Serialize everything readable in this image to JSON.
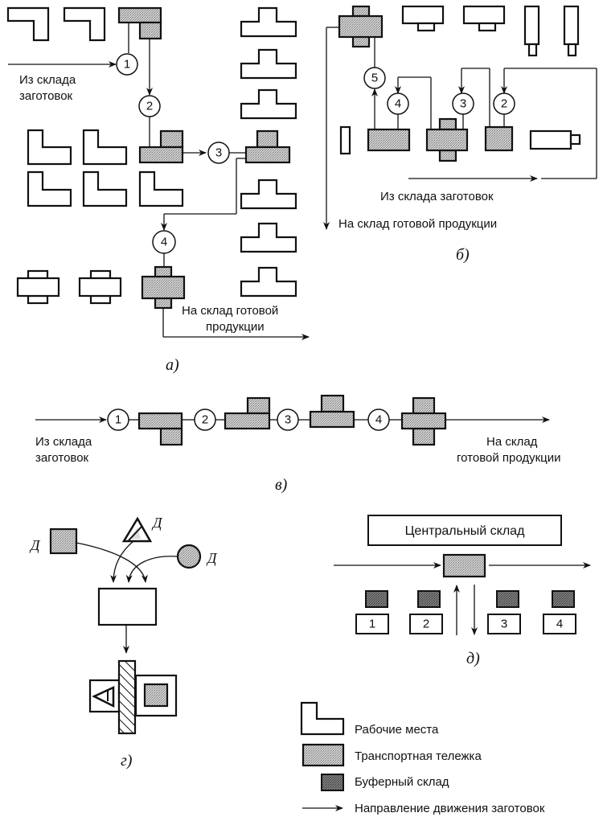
{
  "diagram": {
    "panel_a": {
      "caption": "а)",
      "from_label_line1": "Из склада",
      "from_label_line2": "заготовок",
      "to_label_line1": "На склад готовой",
      "to_label_line2": "продукции",
      "stations": [
        "1",
        "2",
        "3",
        "4"
      ]
    },
    "panel_b": {
      "caption": "б)",
      "from_label": "Из склада заготовок",
      "to_label": "На склад готовой продукции",
      "stations": [
        "2",
        "3",
        "4",
        "5"
      ]
    },
    "panel_v": {
      "caption": "в)",
      "from_label_line1": "Из склада",
      "from_label_line2": "заготовок",
      "to_label_line1": "На склад",
      "to_label_line2": "готовой продукции",
      "stations": [
        "1",
        "2",
        "3",
        "4"
      ]
    },
    "panel_g": {
      "caption": "г)",
      "part_label": "Д"
    },
    "panel_d": {
      "caption": "д)",
      "central_warehouse": "Центральный склад",
      "workplaces": [
        "1",
        "2",
        "3",
        "4"
      ]
    },
    "legend": {
      "items": [
        {
          "symbol": "workplace",
          "label": "Рабочие места"
        },
        {
          "symbol": "transport-cart",
          "label": "Транспортная тележка"
        },
        {
          "symbol": "buffer-storage",
          "label": "Буферный склад"
        },
        {
          "symbol": "arrow",
          "label": "Направление движения заготовок"
        }
      ]
    },
    "colors": {
      "ink": "#111111",
      "cart_fill": "#b8b8b8",
      "buffer_fill": "#6a6a6a",
      "background": "#ffffff"
    }
  }
}
